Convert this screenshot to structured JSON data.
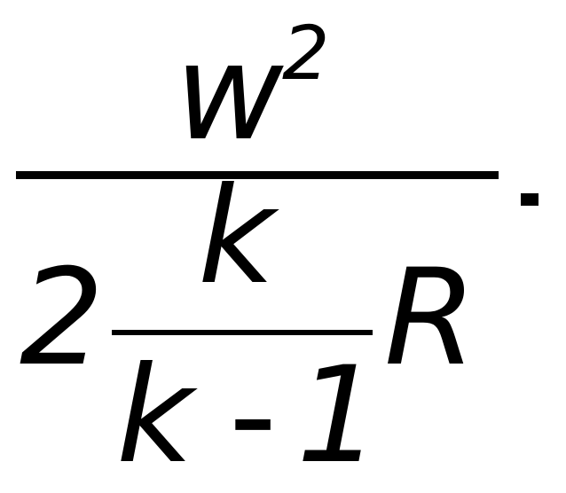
{
  "formula": {
    "numerator": {
      "base": "w",
      "exponent": "2"
    },
    "denominator": {
      "coefficient": "2",
      "inner_fraction": {
        "numerator": "k",
        "denominator_var": "k",
        "denominator_minus": "-",
        "denominator_one": "1"
      },
      "constant": "R"
    },
    "trailing_punctuation": "."
  }
}
